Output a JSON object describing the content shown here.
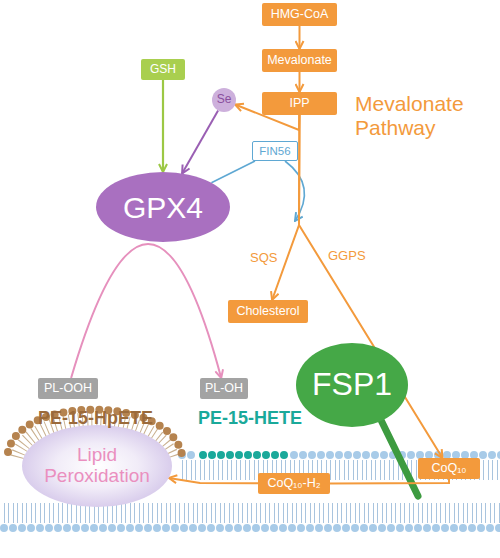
{
  "diagram": {
    "nodes": [
      {
        "text": [
          "HMG-CoA"
        ]
      },
      {
        "text": [
          "Mevalonate"
        ]
      },
      {
        "text": [
          "IPP"
        ]
      },
      {
        "text": [
          "GSH"
        ]
      },
      {
        "text": [
          "Se"
        ]
      },
      {
        "text": [
          "FIN56"
        ]
      },
      {
        "text": [
          "GPX4"
        ]
      },
      {
        "text": [
          "Cholesterol"
        ]
      },
      {
        "text": [
          "FSP1"
        ]
      },
      {
        "text": [
          "PL-OOH"
        ]
      },
      {
        "text": [
          "PL-OH"
        ]
      },
      {
        "text": [
          "Lipid Peroxidation"
        ]
      },
      {
        "text": [
          "CoQ₁₀"
        ]
      },
      {
        "text": [
          "CoQ₁₀-H₂"
        ]
      }
    ],
    "edges": [
      {
        "from": 0,
        "to": 1,
        "arrow": "to"
      },
      {
        "from": 1,
        "to": 2,
        "arrow": "to"
      },
      {
        "from": 2,
        "to": 4,
        "arrow": "to"
      },
      {
        "from": 3,
        "to": 6,
        "arrow": "to"
      },
      {
        "from": 4,
        "to": 6,
        "arrow": "to"
      },
      {
        "from": 5,
        "to": 6,
        "arrow": "none"
      },
      {
        "from": 2,
        "to": 7,
        "label": "SQS",
        "arrow": "to"
      },
      {
        "from": 2,
        "to": 12,
        "label": "GGPS",
        "arrow": "to"
      },
      {
        "from": 9,
        "to": 10,
        "arrow": "to"
      },
      {
        "from": 12,
        "to": 13,
        "arrow": "none"
      },
      {
        "from": 13,
        "to": 11,
        "arrow": "to"
      }
    ],
    "labels": [
      "Mevalonate Pathway",
      "PE-15-HpETE",
      "PE-15-HETE"
    ]
  }
}
